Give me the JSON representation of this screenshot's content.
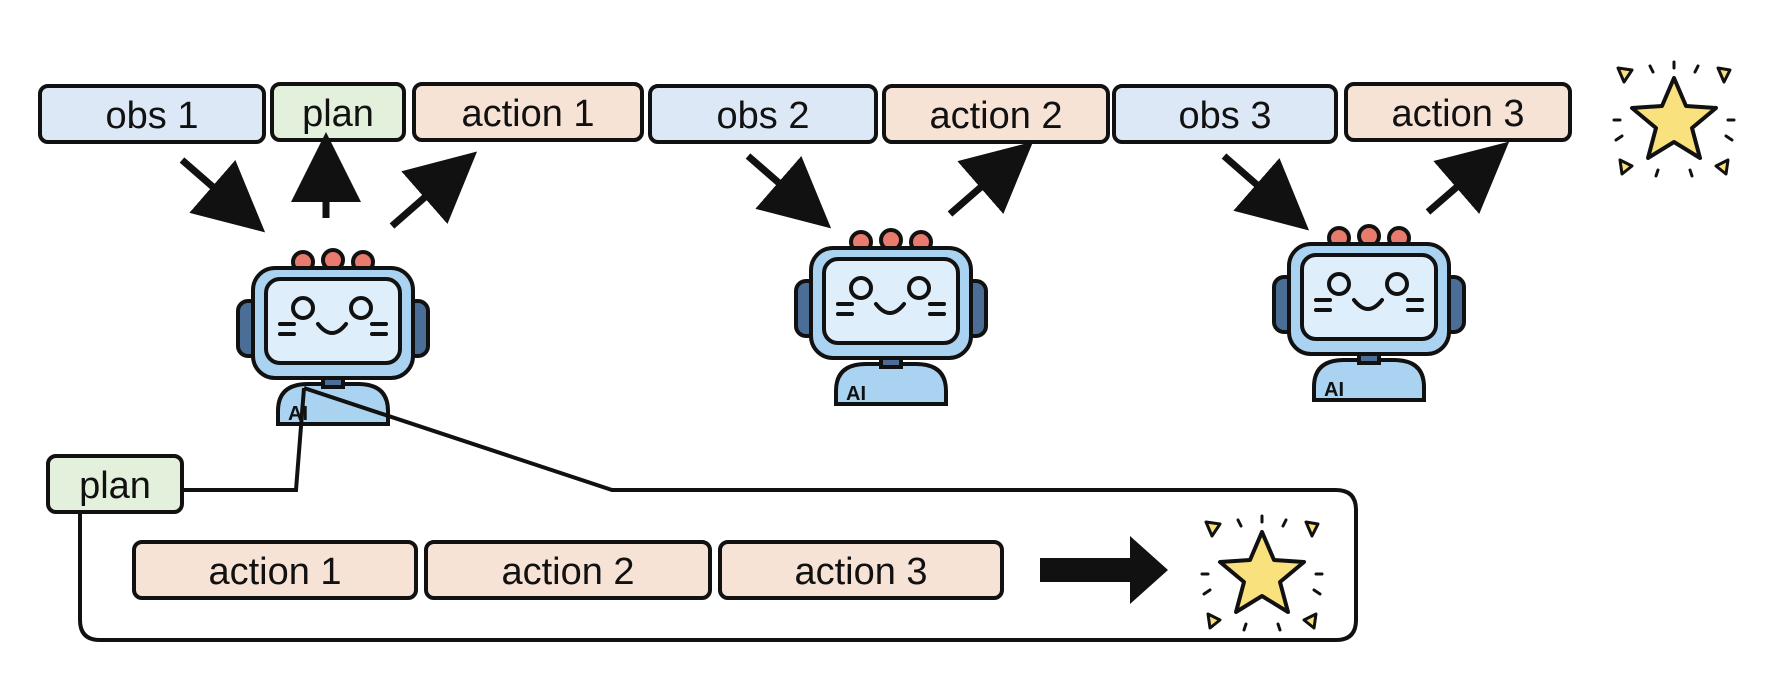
{
  "top_sequence": [
    {
      "label": "obs 1",
      "kind": "obs"
    },
    {
      "label": "plan",
      "kind": "plan"
    },
    {
      "label": "action 1",
      "kind": "action"
    },
    {
      "label": "obs 2",
      "kind": "obs"
    },
    {
      "label": "action 2",
      "kind": "action"
    },
    {
      "label": "obs 3",
      "kind": "obs"
    },
    {
      "label": "action 3",
      "kind": "action"
    }
  ],
  "plan_sequence": {
    "plan_label": "plan",
    "actions": [
      "action 1",
      "action 2",
      "action 3"
    ]
  },
  "robot_badge": "AI",
  "colors": {
    "obs": "#dce8f5",
    "plan": "#e3f1dc",
    "action": "#f7e3d6",
    "outline": "#111111",
    "robot_body": "#a9d3f0",
    "robot_screen": "#dfeefb",
    "robot_ears": "#4a6e96",
    "robot_bulbs": "#e87a6e",
    "star": "#f9e27d",
    "star_outline": "#111111"
  },
  "icons": [
    "robot-icon",
    "star-icon",
    "arrow-right-icon"
  ]
}
